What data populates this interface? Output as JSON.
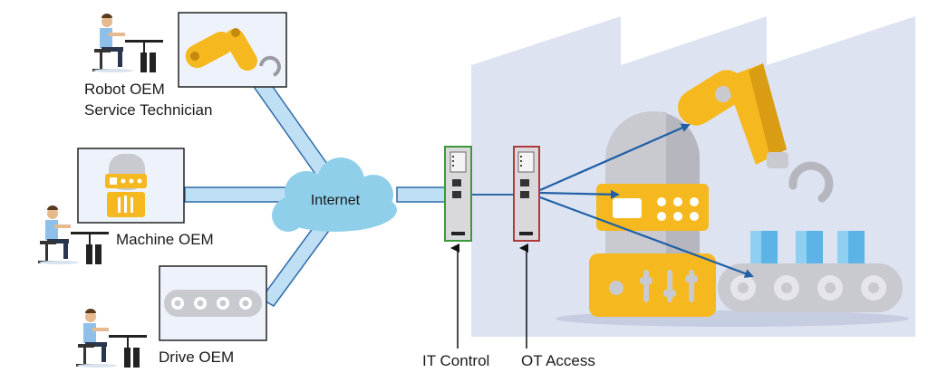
{
  "labels": {
    "robot_oem_line1": "Robot OEM",
    "robot_oem_line2": "Service Technician",
    "machine_oem": "Machine OEM",
    "drive_oem": "Drive OEM",
    "internet": "Internet",
    "it_control": "IT Control",
    "ot_access": "OT Access"
  },
  "colors": {
    "link_fill": "#bfdff5",
    "link_stroke": "#2f6aa8",
    "cloud": "#8fcfea",
    "factory": "#dde3f1",
    "robot_yellow": "#f5b81f",
    "robot_gray": "#c9c9d0",
    "it_frame": "#3a9a3a",
    "ot_frame": "#b03a3a",
    "arrow": "#1f5fa6",
    "person_shirt": "#8fc0ea"
  },
  "icons": [
    "robot-arm-icon",
    "machine-icon",
    "conveyor-icon",
    "technician-icon",
    "cloud-icon",
    "gateway-device-icon",
    "factory-icon"
  ]
}
